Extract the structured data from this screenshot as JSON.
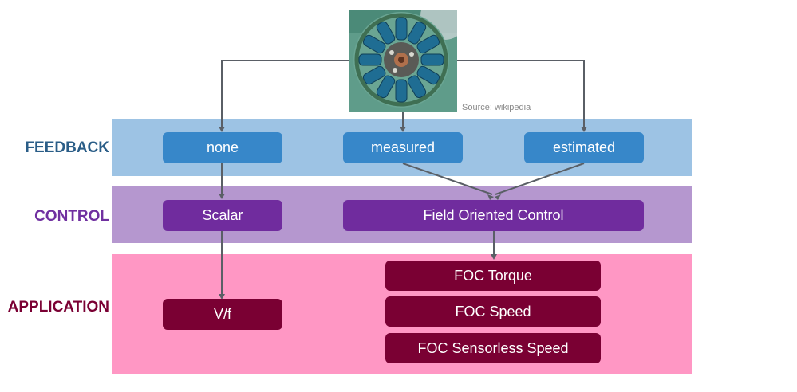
{
  "image": {
    "subject": "stepper-motor-stator-photo",
    "caption": "Source: wikipedia"
  },
  "rows": {
    "feedback": {
      "label": "FEEDBACK",
      "color": "#2a5d87",
      "band_color": "#9dc3e4"
    },
    "control": {
      "label": "CONTROL",
      "color": "#7030a0",
      "band_color": "#b597cf"
    },
    "application": {
      "label": "APPLICATION",
      "color": "#7a0033",
      "band_color": "#ff97c4"
    }
  },
  "nodes": {
    "feedback": [
      "none",
      "measured",
      "estimated"
    ],
    "control": [
      "Scalar",
      "Field Oriented Control"
    ],
    "application": [
      "V/f",
      "FOC Torque",
      "FOC Speed",
      "FOC Sensorless Speed"
    ]
  },
  "edges": [
    {
      "from": "image",
      "to": "none"
    },
    {
      "from": "image",
      "to": "measured"
    },
    {
      "from": "image",
      "to": "estimated"
    },
    {
      "from": "none",
      "to": "Scalar"
    },
    {
      "from": "measured",
      "to": "Field Oriented Control"
    },
    {
      "from": "estimated",
      "to": "Field Oriented Control"
    },
    {
      "from": "Scalar",
      "to": "V/f"
    },
    {
      "from": "Field Oriented Control",
      "to": "FOC Torque"
    }
  ]
}
